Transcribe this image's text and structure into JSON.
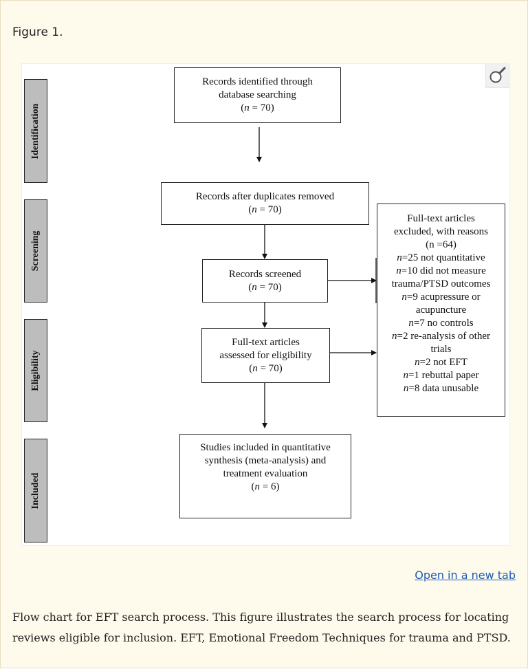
{
  "figure_label": "Figure 1.",
  "open_link": "Open in a new tab",
  "caption": "Flow chart for EFT search process. This figure illustrates the search process for locating reviews eligible for inclusion. EFT, Emotional Freedom Techniques for trauma and PTSD.",
  "stages": [
    "Identification",
    "Screening",
    "Eligibility",
    "Included"
  ],
  "boxes": {
    "identified": {
      "lines": [
        "Records identified through",
        "database searching"
      ],
      "n": "70"
    },
    "duplicates": {
      "lines": [
        "Records after duplicates removed"
      ],
      "n": "70"
    },
    "screened": {
      "lines": [
        "Records screened"
      ],
      "n": "70"
    },
    "fulltext": {
      "lines": [
        "Full-text articles",
        "assessed for eligibility"
      ],
      "n": "70"
    },
    "included": {
      "lines": [
        "Studies included in quantitative",
        "synthesis (meta-analysis) and",
        "treatment evaluation"
      ],
      "n": "6"
    }
  },
  "excluded": {
    "header_lines": [
      "Full-text articles",
      "excluded, with reasons"
    ],
    "total": "(n =64)",
    "reasons": [
      {
        "n": "n",
        "text": "=25 not quantitative"
      },
      {
        "n": "n",
        "text": "=10 did not measure trauma/PTSD outcomes"
      },
      {
        "n": "n",
        "text": "=9 acupressure or acupuncture"
      },
      {
        "n": "n",
        "text": "=7 no controls"
      },
      {
        "n": "n",
        "text": "=2 re-analysis of other trials"
      },
      {
        "n": "n",
        "text": "=2 not EFT"
      },
      {
        "n": "n",
        "text": "=1 rebuttal paper"
      },
      {
        "n": "n",
        "text": "=8 data unusable"
      }
    ]
  }
}
